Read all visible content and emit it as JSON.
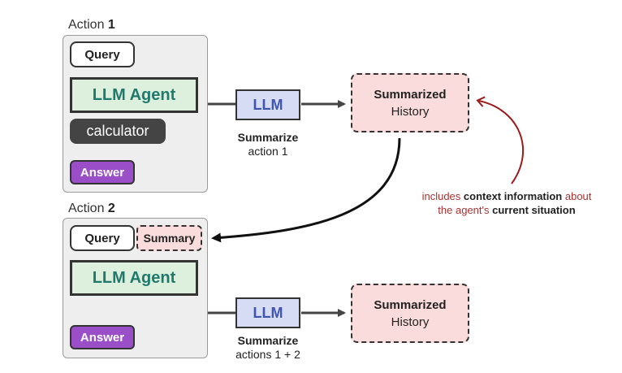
{
  "action1": {
    "title_prefix": "Action",
    "title_num": "1",
    "query": "Query",
    "agent": "LLM Agent",
    "tool": "calculator",
    "answer": "Answer",
    "llm": "LLM",
    "caption_bold": "Summarize",
    "caption_rest": "action 1",
    "summary_title": "Summarized",
    "summary_sub": "History"
  },
  "action2": {
    "title_prefix": "Action",
    "title_num": "2",
    "query": "Query",
    "summary_chip": "Summary",
    "agent": "LLM Agent",
    "answer": "Answer",
    "llm": "LLM",
    "caption_bold": "Summarize",
    "caption_rest": "actions 1 + 2",
    "summary_title": "Summarized",
    "summary_sub": "History"
  },
  "note": {
    "p1": "includes ",
    "b1": "context information",
    "p2": " about",
    "p3": "the agent's ",
    "b2": "current situation"
  },
  "colors": {
    "agent_fill": "#dcf0dd",
    "agent_text": "#1f7a6d",
    "llm_fill": "#d6dcf4",
    "llm_text": "#3d55b0",
    "summary_fill": "#fbdcdc",
    "answer_fill": "#9a4fc8",
    "note_text": "#a83232",
    "note_arrow": "#9b1c1c"
  }
}
